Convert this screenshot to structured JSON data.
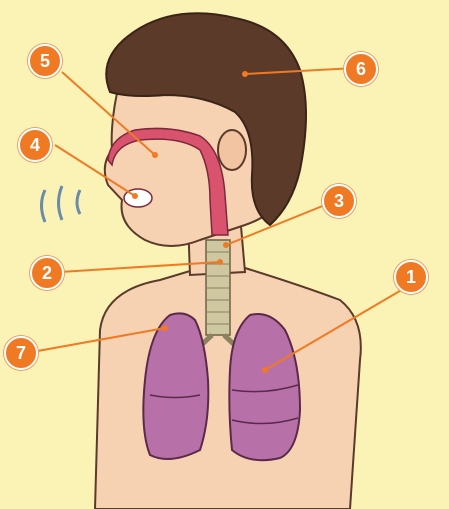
{
  "colors": {
    "background": "#FBF3B5",
    "skin": "#F6D2B2",
    "hair": "#5B3A2A",
    "airway": "#D9536E",
    "lungs": "#B870A8",
    "trachea": "#CFC7A0",
    "marker": "#F07A24",
    "leader_line": "#F07A24"
  },
  "markers": [
    {
      "id": "1",
      "label": "1"
    },
    {
      "id": "2",
      "label": "2"
    },
    {
      "id": "3",
      "label": "3"
    },
    {
      "id": "4",
      "label": "4"
    },
    {
      "id": "5",
      "label": "5"
    },
    {
      "id": "6",
      "label": "6"
    },
    {
      "id": "7",
      "label": "7"
    }
  ]
}
